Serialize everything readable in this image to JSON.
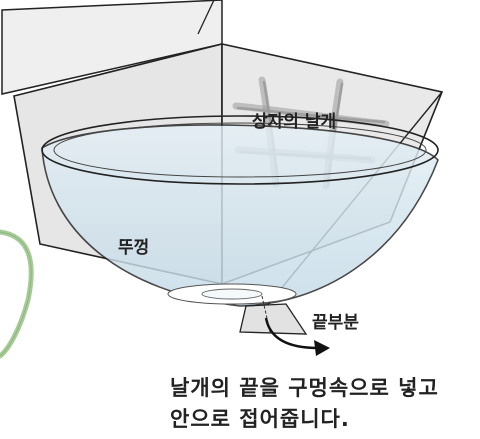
{
  "labels": {
    "flap": "상자의 날개",
    "lid": "뚜껑",
    "tip": "끝부분"
  },
  "instruction": {
    "line1": "날개의 끝을 구멍속으로 넣고",
    "line2": "안으로 접어줍니다."
  },
  "colors": {
    "box_panel": "#e6e6e6",
    "box_panel_light": "#efefef",
    "bowl_fill": "#cfe3ee",
    "outline": "#222222",
    "cord": "#a8cc98",
    "hatch": "#9a9a9a"
  },
  "icons": {
    "arrow": "curved-arrow-icon"
  }
}
